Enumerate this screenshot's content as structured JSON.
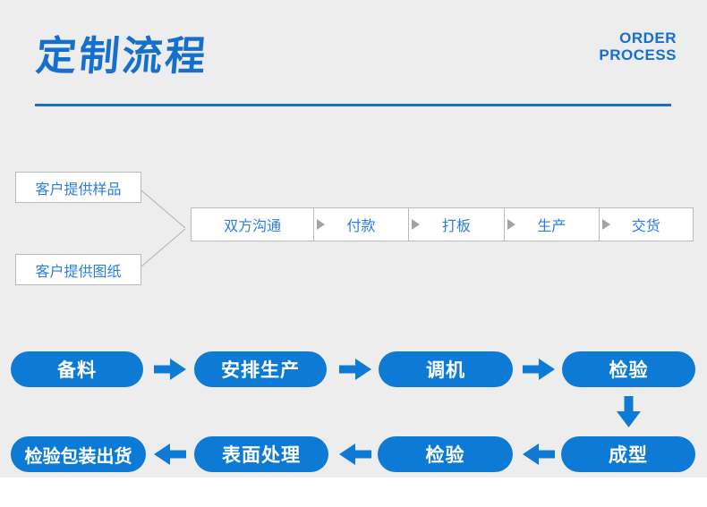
{
  "header": {
    "title": "定制流程",
    "subtitle": {
      "line1": "ORDER",
      "line2": "PROCESS"
    }
  },
  "branches": {
    "sample": "客户提供样品",
    "drawing": "客户提供图纸"
  },
  "order_steps": [
    "双方沟通",
    "付款",
    "打板",
    "生产",
    "交货"
  ],
  "production_flow": {
    "row1_left_to_right": [
      "备料",
      "安排生产",
      "调机",
      "检验"
    ],
    "row2_right_to_left_displayed": [
      "检验包装出货",
      "表面处理",
      "检验",
      "成型"
    ]
  },
  "colors": {
    "accent_blue": "#1470cc",
    "pill_blue": "#0d7bd6",
    "step_text_blue": "#2b7ce0",
    "border_gray": "#b9b9b9",
    "background_gray": "#ededed"
  }
}
